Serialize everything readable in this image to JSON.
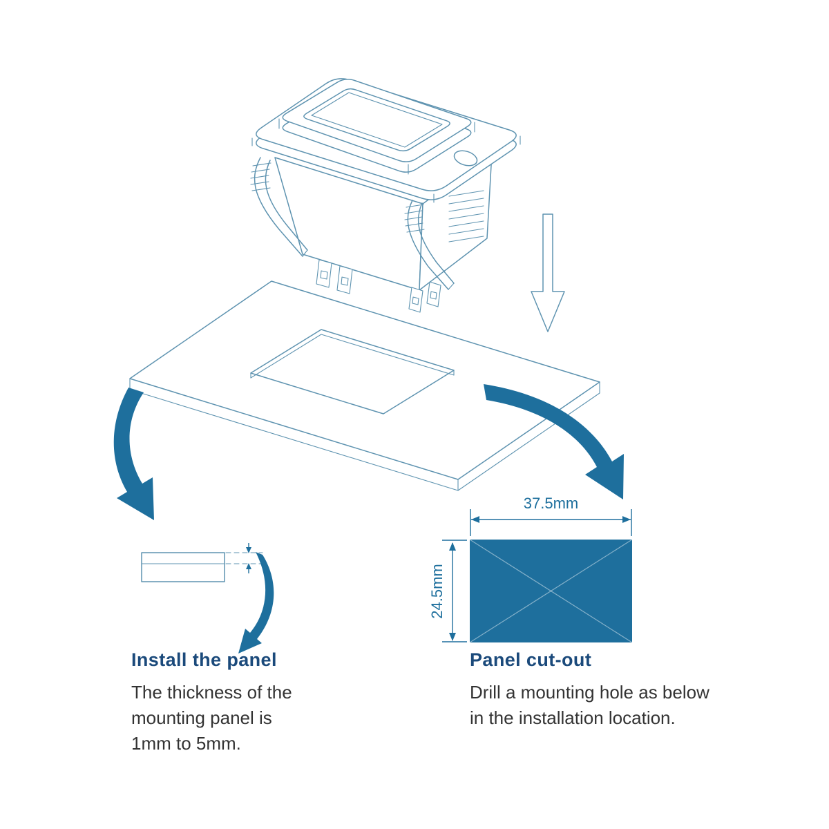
{
  "colors": {
    "line_art": "#5E93B0",
    "accent": "#1E6F9D",
    "heading": "#1B4A7B",
    "body_text": "#333333"
  },
  "install_step": {
    "heading": "Install the panel",
    "body": "The thickness of the\nmounting panel is\n1mm to 5mm."
  },
  "cutout_step": {
    "heading": "Panel cut-out",
    "body": "Drill a mounting hole as below\nin the installation location.",
    "width_label": "37.5mm",
    "height_label": "24.5mm"
  }
}
